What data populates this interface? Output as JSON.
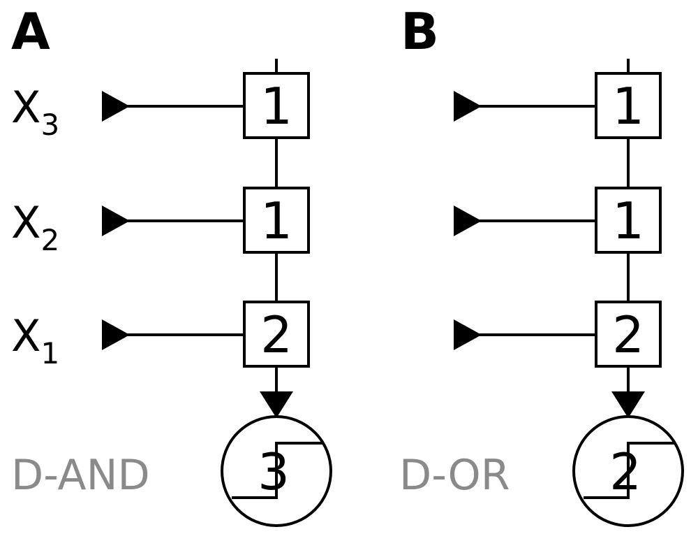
{
  "colors": {
    "stroke": "#000000",
    "label_gray": "#8a8a8a",
    "background": "#ffffff"
  },
  "panels": [
    {
      "id": "A",
      "letter": "A",
      "gate_label": "D-AND",
      "threshold": "3",
      "inputs": [
        {
          "var": "X",
          "sub": "3",
          "weight": "1"
        },
        {
          "var": "X",
          "sub": "2",
          "weight": "1"
        },
        {
          "var": "X",
          "sub": "1",
          "weight": "2"
        }
      ]
    },
    {
      "id": "B",
      "letter": "B",
      "gate_label": "D-OR",
      "threshold": "2",
      "inputs": [
        {
          "weight": "1"
        },
        {
          "weight": "1"
        },
        {
          "weight": "2"
        }
      ]
    }
  ]
}
